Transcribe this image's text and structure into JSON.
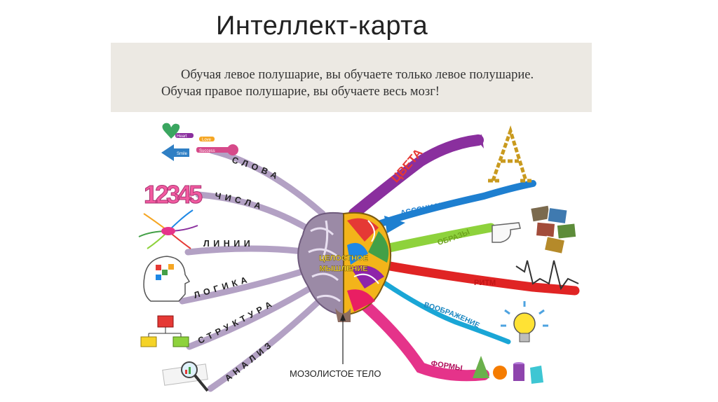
{
  "title": "Интеллект-карта",
  "quote": {
    "line1": "Обучая левое полушарие, вы обучаете только левое полушарие.",
    "line2": "Обучая правое полушарие, вы обучаете весь мозг!"
  },
  "center_label_line1": "ЦЕЛОСТНОЕ",
  "center_label_line2": "МЫШЛЕНИЕ",
  "callout": "МОЗОЛИСТОЕ ТЕЛО",
  "left_branches": [
    {
      "label": "С Л О В А"
    },
    {
      "label": "Ч И С Л А"
    },
    {
      "label": "Л И Н И И"
    },
    {
      "label": "Л О Г И К А"
    },
    {
      "label": "С Т Р У К Т У Р А"
    },
    {
      "label": "А Н А Л И З"
    }
  ],
  "right_branches": [
    {
      "label": "ЦВЕТА",
      "color": "#8a2f9e"
    },
    {
      "label": "АССОЦИАЦИИ",
      "color": "#1e7fd0"
    },
    {
      "label": "ОБРАЗЫ",
      "color": "#8ed23c"
    },
    {
      "label": "РИТМ",
      "color": "#e02424"
    },
    {
      "label": "ВООБРАЖЕНИЕ",
      "color": "#1aa6d6"
    },
    {
      "label": "ФОРМЫ",
      "color": "#e5338a"
    }
  ],
  "numbers_text": "12345",
  "word_tags": [
    "Heart",
    "Love",
    "Smile",
    "Success"
  ]
}
